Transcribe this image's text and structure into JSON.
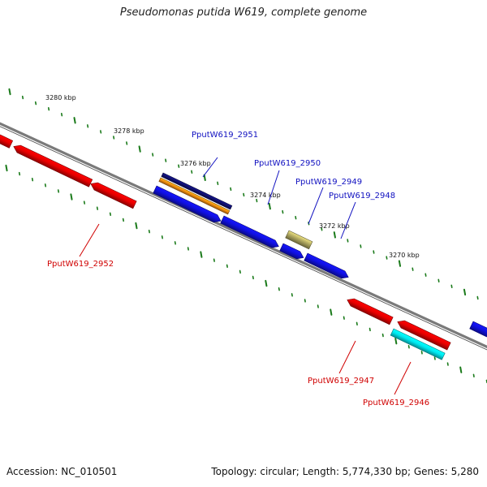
{
  "title": "Pseudomonas putida W619, complete genome",
  "footer": {
    "accession": "Accession: NC_010501",
    "summary": "Topology: circular; Length: 5,774,330 bp; Genes: 5,280"
  },
  "colors": {
    "backbone": "#7a7a7a",
    "tick_dots": "#1a7a1a",
    "forward_gene": "#1010e0",
    "reverse_gene": "#e80000",
    "forward_label": "#1010c0",
    "reverse_label": "#d00000",
    "cds_navy": "#101070",
    "cds_orange": "#f08c10",
    "cds_olive": "#b0a860",
    "cds_cyan": "#00e8f0"
  },
  "scale_labels": [
    {
      "id": "3280",
      "text": "3280 kbp"
    },
    {
      "id": "3278",
      "text": "3278 kbp"
    },
    {
      "id": "3276",
      "text": "3276 kbp"
    },
    {
      "id": "3274",
      "text": "3274 kbp"
    },
    {
      "id": "3272",
      "text": "3272 kbp"
    },
    {
      "id": "3270",
      "text": "3270 kbp"
    }
  ],
  "gene_labels": [
    {
      "id": "2951",
      "text": "PputW619_2951",
      "strand": "forward"
    },
    {
      "id": "2950",
      "text": "PputW619_2950",
      "strand": "forward"
    },
    {
      "id": "2949",
      "text": "PputW619_2949",
      "strand": "forward"
    },
    {
      "id": "2948",
      "text": "PputW619_2948",
      "strand": "forward"
    },
    {
      "id": "2952",
      "text": "PputW619_2952",
      "strand": "reverse"
    },
    {
      "id": "2947",
      "text": "PputW619_2947",
      "strand": "reverse"
    },
    {
      "id": "2946",
      "text": "PputW619_2946",
      "strand": "reverse"
    }
  ]
}
